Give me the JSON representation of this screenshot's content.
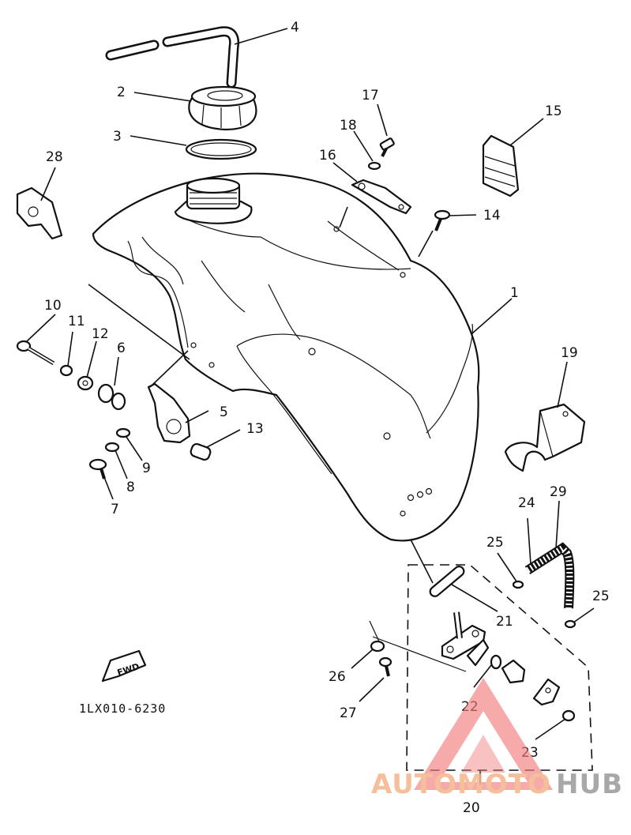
{
  "diagram": {
    "reference_code": "1LX010-6230",
    "fwd_label": "FWD",
    "callouts": [
      {
        "id": "c1",
        "label": "1"
      },
      {
        "id": "c2",
        "label": "2"
      },
      {
        "id": "c3",
        "label": "3"
      },
      {
        "id": "c4",
        "label": "4"
      },
      {
        "id": "c5",
        "label": "5"
      },
      {
        "id": "c6",
        "label": "6"
      },
      {
        "id": "c7",
        "label": "7"
      },
      {
        "id": "c8",
        "label": "8"
      },
      {
        "id": "c9",
        "label": "9"
      },
      {
        "id": "c10",
        "label": "10"
      },
      {
        "id": "c11",
        "label": "11"
      },
      {
        "id": "c12",
        "label": "12"
      },
      {
        "id": "c13",
        "label": "13"
      },
      {
        "id": "c14",
        "label": "14"
      },
      {
        "id": "c15",
        "label": "15"
      },
      {
        "id": "c16",
        "label": "16"
      },
      {
        "id": "c17",
        "label": "17"
      },
      {
        "id": "c18",
        "label": "18"
      },
      {
        "id": "c19",
        "label": "19"
      },
      {
        "id": "c20",
        "label": "20"
      },
      {
        "id": "c21",
        "label": "21"
      },
      {
        "id": "c22",
        "label": "22"
      },
      {
        "id": "c23",
        "label": "23"
      },
      {
        "id": "c24",
        "label": "24"
      },
      {
        "id": "c25a",
        "label": "25"
      },
      {
        "id": "c25b",
        "label": "25"
      },
      {
        "id": "c26",
        "label": "26"
      },
      {
        "id": "c27",
        "label": "27"
      },
      {
        "id": "c28",
        "label": "28"
      },
      {
        "id": "c29",
        "label": "29"
      }
    ]
  },
  "watermark": {
    "part1": "AUTOMOTO",
    "part2": "HUB",
    "color_primary": "#f5b58a",
    "color_secondary": "#9a9a9a",
    "triangle_color": "#f27b7b"
  }
}
